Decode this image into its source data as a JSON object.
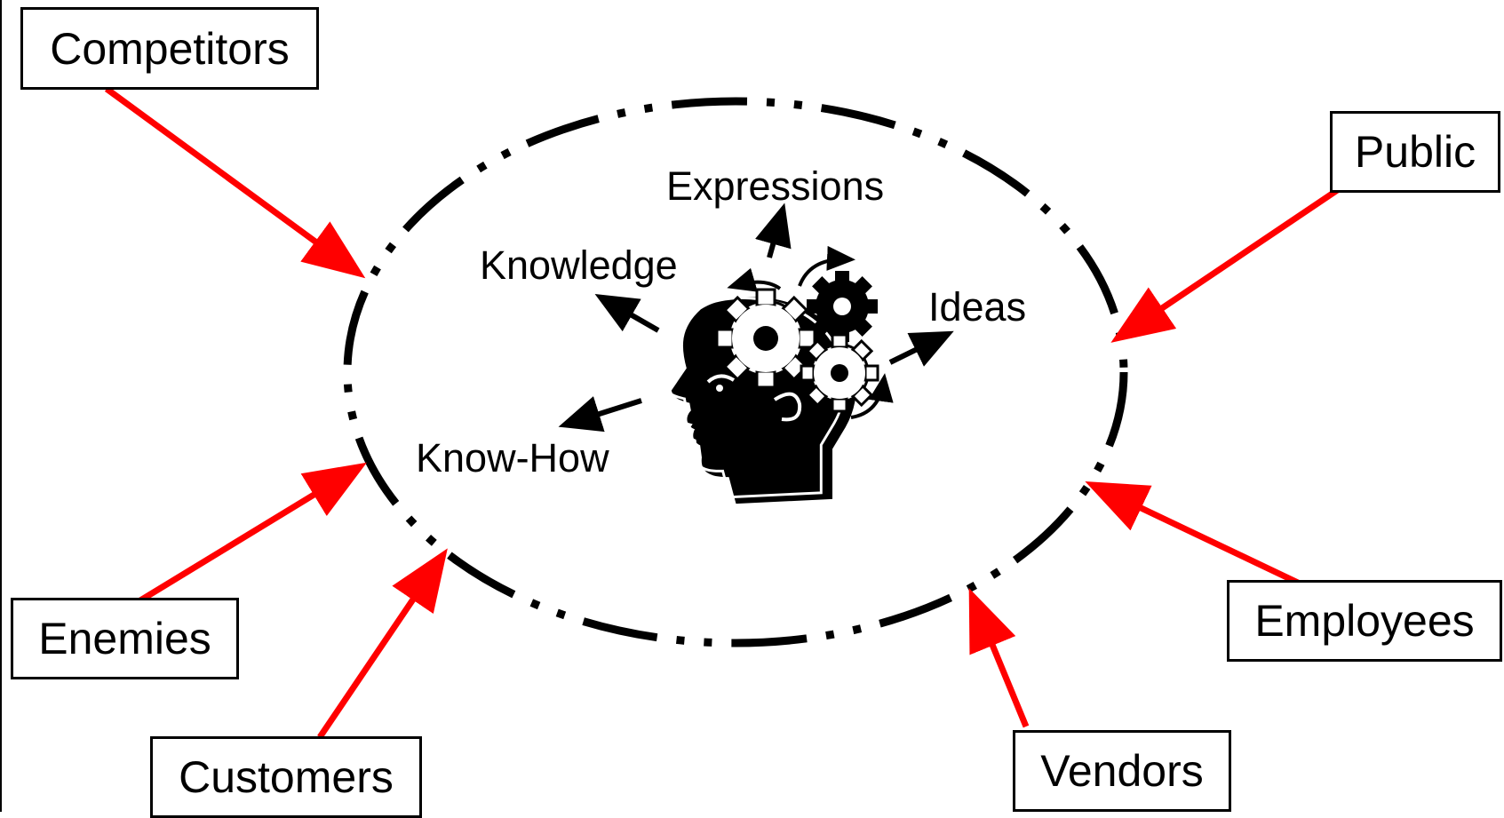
{
  "external_boxes": {
    "competitors": "Competitors",
    "public": "Public",
    "enemies": "Enemies",
    "employees": "Employees",
    "customers": "Customers",
    "vendors": "Vendors"
  },
  "inner_labels": {
    "expressions": "Expressions",
    "knowledge": "Knowledge",
    "ideas": "Ideas",
    "know_how": "Know-How"
  },
  "colors": {
    "arrow": "#ff0000",
    "boundary": "#000000",
    "text": "#000000",
    "background": "#ffffff"
  },
  "icons": {
    "center": "head-with-gears-icon"
  }
}
